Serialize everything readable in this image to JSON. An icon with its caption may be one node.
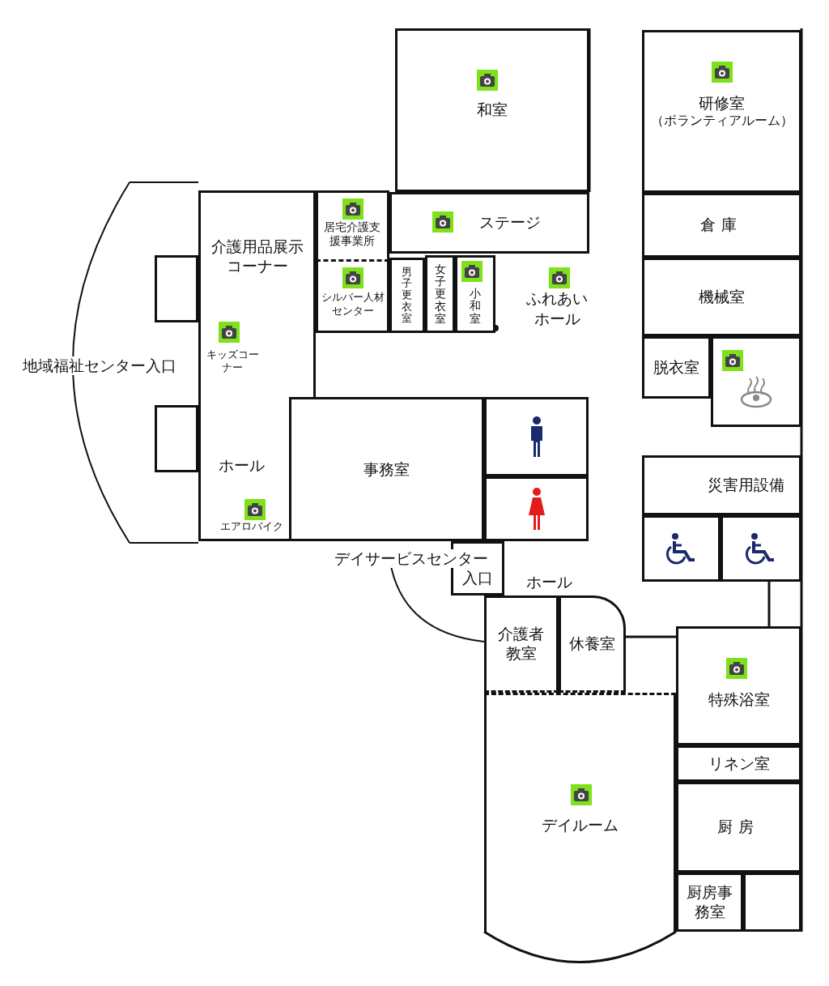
{
  "diagram": {
    "nodes": [
      {
        "text": [
          "和室"
        ]
      },
      {
        "text": [
          "研修室",
          "（ボランティアルーム）"
        ]
      },
      {
        "text": [
          "介護用品展示コーナー"
        ]
      },
      {
        "text": [
          "居宅介護支援事業所"
        ]
      },
      {
        "text": [
          "ステージ"
        ]
      },
      {
        "text": [
          "倉庫"
        ]
      },
      {
        "text": [
          "シルバー人材センター"
        ]
      },
      {
        "text": [
          "男子更衣室"
        ]
      },
      {
        "text": [
          "女子更衣室"
        ]
      },
      {
        "text": [
          "小和室"
        ]
      },
      {
        "text": [
          "機械室"
        ]
      },
      {
        "text": [
          "脱衣室"
        ]
      },
      {
        "text": [],
        "shape": "box"
      },
      {
        "text": [
          "事務室"
        ]
      },
      {
        "text": [],
        "shape": "box"
      },
      {
        "text": [],
        "shape": "box"
      },
      {
        "text": [
          "災害用設備"
        ]
      },
      {
        "text": [],
        "shape": "box"
      },
      {
        "text": [],
        "shape": "box"
      },
      {
        "text": [
          "入口"
        ],
        "beside": [
          "デイサービスセンター"
        ]
      },
      {
        "text": [
          "介護者教室"
        ]
      },
      {
        "text": [
          "休養室"
        ]
      },
      {
        "text": [
          "特殊浴室"
        ]
      },
      {
        "text": [
          "リネン室"
        ]
      },
      {
        "text": [
          "デイルーム"
        ]
      },
      {
        "text": [
          "厨房"
        ]
      },
      {
        "text": [
          "厨房事務室"
        ]
      },
      {
        "text": [],
        "shape": "box"
      },
      {
        "text": [],
        "shape": "box"
      },
      {
        "text": [],
        "shape": "box"
      }
    ],
    "edges": [],
    "labels": [
      "ふれあいホール",
      "キッズコーナー",
      "地域福祉センター入口",
      "ホール",
      "エアロバイク",
      "ホール"
    ]
  }
}
